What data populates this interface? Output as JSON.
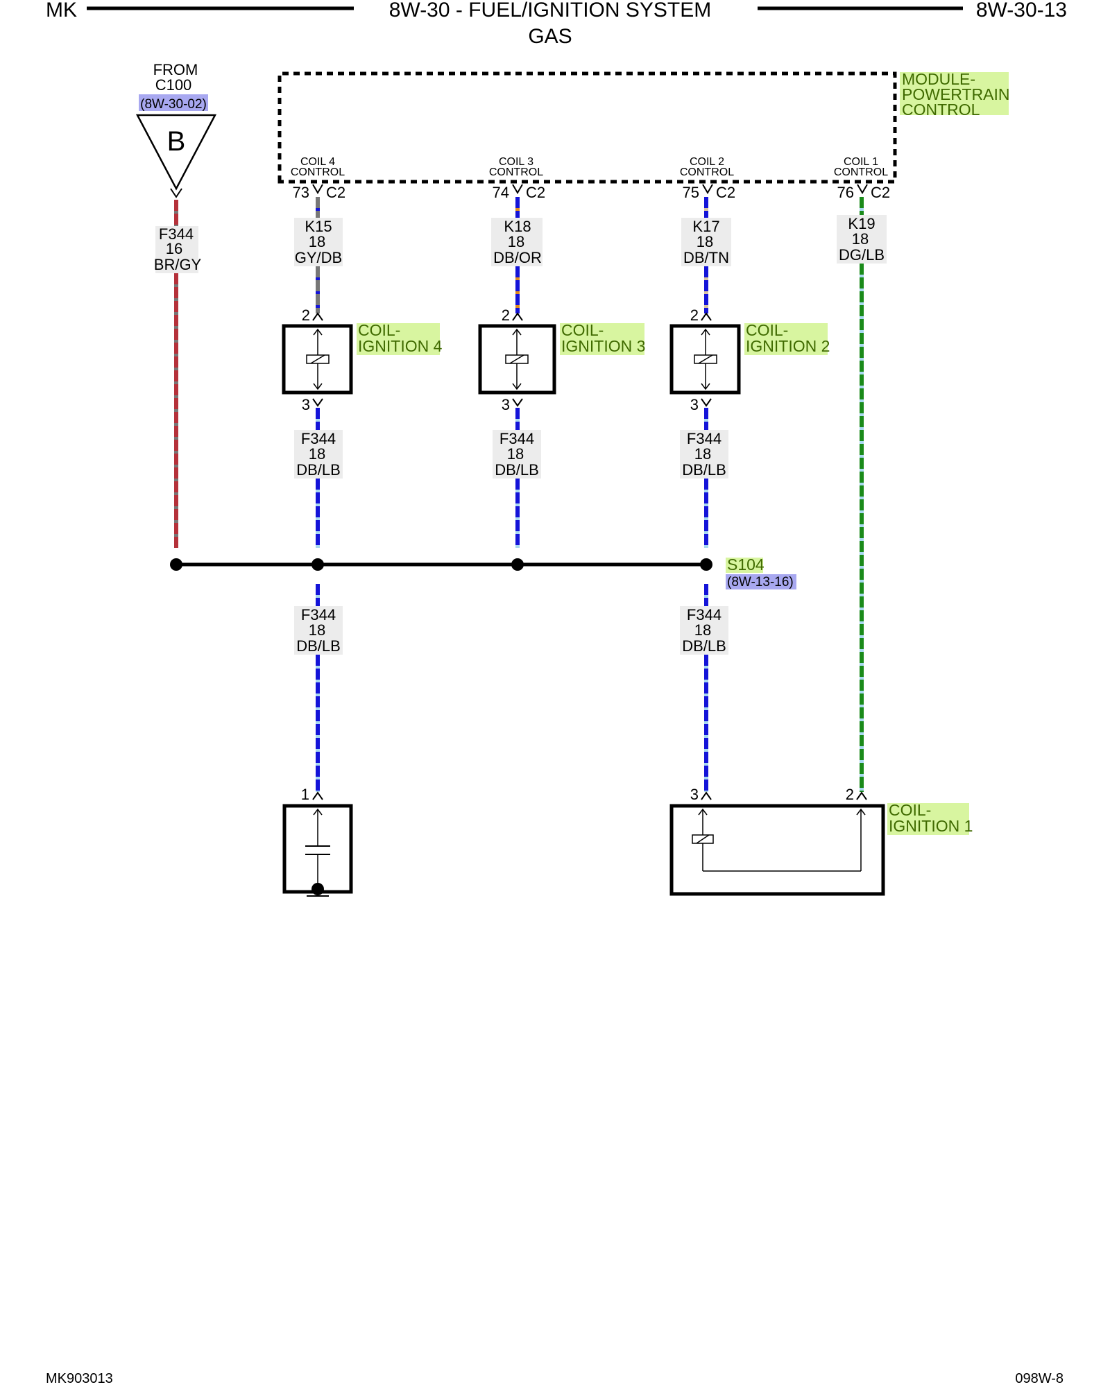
{
  "header": {
    "left": "MK",
    "title": "8W-30 - FUEL/IGNITION SYSTEM",
    "subtitle": "GAS",
    "page_ref": "8W-30-13"
  },
  "source_connector": {
    "from_label": "FROM",
    "connector": "C100",
    "ref": "(8W-30-02)",
    "letter": "B"
  },
  "module": {
    "name_line1": "MODULE-",
    "name_line2": "POWERTRAIN",
    "name_line3": "CONTROL",
    "connector": "C2",
    "pins": [
      {
        "label_line1": "COIL 4",
        "label_line2": "CONTROL",
        "pin": "73"
      },
      {
        "label_line1": "COIL 3",
        "label_line2": "CONTROL",
        "pin": "74"
      },
      {
        "label_line1": "COIL 2",
        "label_line2": "CONTROL",
        "pin": "75"
      },
      {
        "label_line1": "COIL 1",
        "label_line2": "CONTROL",
        "pin": "76"
      }
    ]
  },
  "wires": {
    "feed": {
      "circuit": "F344",
      "gauge": "16",
      "color": "BR/GY"
    },
    "k15": {
      "circuit": "K15",
      "gauge": "18",
      "color": "GY/DB"
    },
    "k18": {
      "circuit": "K18",
      "gauge": "18",
      "color": "DB/OR"
    },
    "k17": {
      "circuit": "K17",
      "gauge": "18",
      "color": "DB/TN"
    },
    "k19": {
      "circuit": "K19",
      "gauge": "18",
      "color": "DG/LB"
    },
    "c4_out": {
      "circuit": "F344",
      "gauge": "18",
      "color": "DB/LB"
    },
    "c3_out": {
      "circuit": "F344",
      "gauge": "18",
      "color": "DB/LB"
    },
    "c2_out": {
      "circuit": "F344",
      "gauge": "18",
      "color": "DB/LB"
    },
    "cap_feed": {
      "circuit": "F344",
      "gauge": "18",
      "color": "DB/LB"
    },
    "c1_feed": {
      "circuit": "F344",
      "gauge": "18",
      "color": "DB/LB"
    }
  },
  "coils": {
    "coil4": {
      "line1": "COIL-",
      "line2": "IGNITION 4",
      "pin_top": "2",
      "pin_bottom": "3"
    },
    "coil3": {
      "line1": "COIL-",
      "line2": "IGNITION 3",
      "pin_top": "2",
      "pin_bottom": "3"
    },
    "coil2": {
      "line1": "COIL-",
      "line2": "IGNITION 2",
      "pin_top": "2",
      "pin_bottom": "3"
    },
    "coil1": {
      "line1": "COIL-",
      "line2": "IGNITION 1",
      "pin_left": "3",
      "pin_right": "2"
    }
  },
  "capacitor": {
    "pin": "1"
  },
  "splice": {
    "name": "S104",
    "ref": "(8W-13-16)"
  },
  "footer": {
    "left": "MK903013",
    "right": "098W-8"
  },
  "colors": {
    "brown_gray": "#b5313a",
    "dark_blue": "#1414d8",
    "dark_green": "#1a8a1a",
    "gray": "#777777",
    "orange": "#e08a1e",
    "tan": "#d9c4a0",
    "light_blue": "#a8d8f0",
    "component_highlight": "#d8f5a0",
    "reference_highlight": "#a8a8f0"
  }
}
